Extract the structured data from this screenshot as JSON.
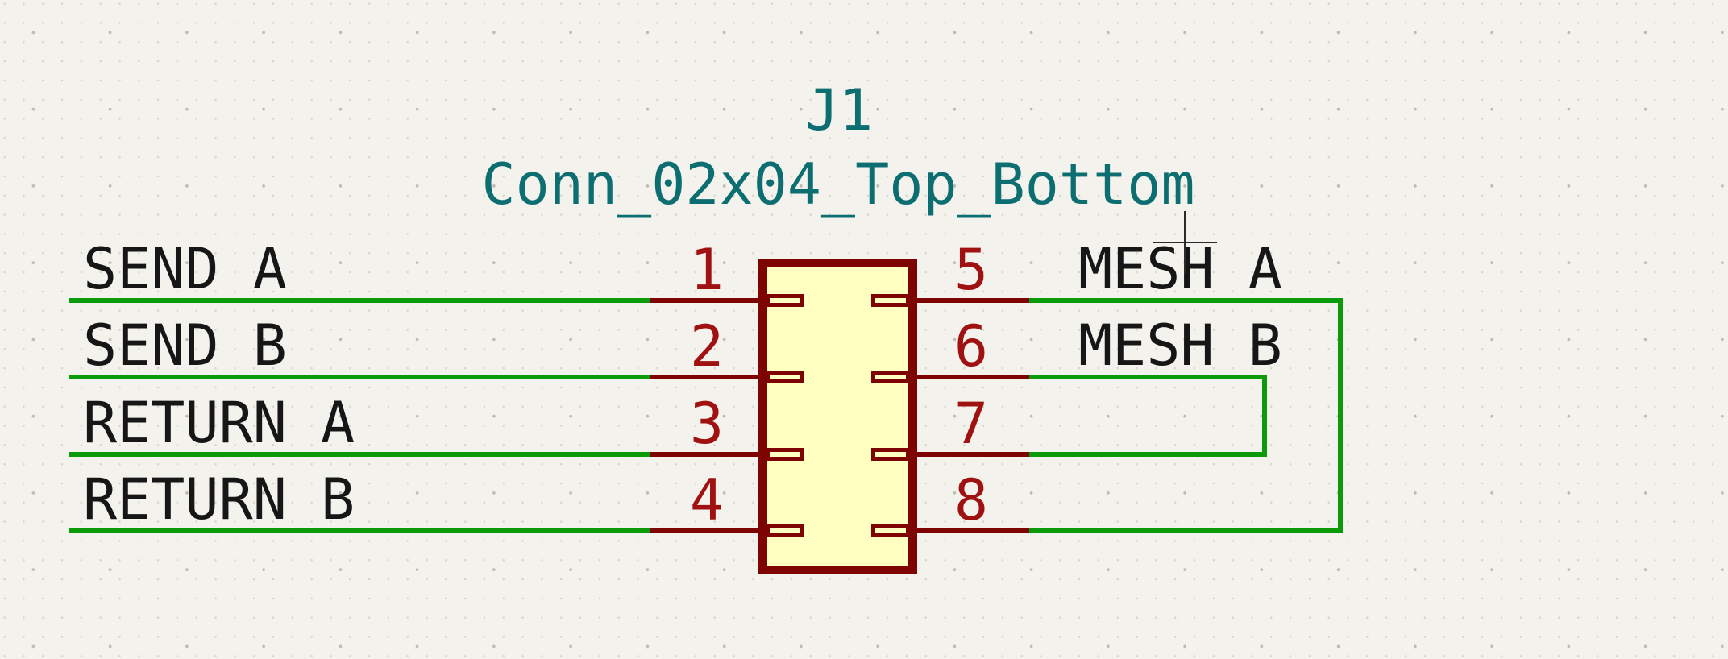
{
  "schematic": {
    "component": {
      "reference": "J1",
      "value": "Conn_02x04_Top_Bottom",
      "pins": [
        {
          "number": "1",
          "side": "left",
          "net": "SEND_A"
        },
        {
          "number": "2",
          "side": "left",
          "net": "SEND_B"
        },
        {
          "number": "3",
          "side": "left",
          "net": "RETURN_A"
        },
        {
          "number": "4",
          "side": "left",
          "net": "RETURN_B"
        },
        {
          "number": "5",
          "side": "right",
          "net": "MESH_A"
        },
        {
          "number": "6",
          "side": "right",
          "net": "MESH_B"
        },
        {
          "number": "7",
          "side": "right",
          "net": "MESH_B"
        },
        {
          "number": "8",
          "side": "right",
          "net": "MESH_A"
        }
      ]
    },
    "net_labels": {
      "left": [
        "SEND_A",
        "SEND_B",
        "RETURN_A",
        "RETURN_B"
      ],
      "right": [
        "MESH_A",
        "MESH_B"
      ]
    },
    "connections": [
      {
        "net": "MESH_A",
        "from_pin": "5",
        "to_pin": "8"
      },
      {
        "net": "MESH_B",
        "from_pin": "6",
        "to_pin": "7"
      }
    ],
    "colors": {
      "background": "#F3F2EC",
      "wire_green": "#0A9A0A",
      "symbol_outline": "#7E0404",
      "symbol_fill": "#FFFFC2",
      "pin_number_text": "#A01212",
      "reference_value_text": "#0D6E72",
      "net_label_text": "#161616"
    }
  }
}
